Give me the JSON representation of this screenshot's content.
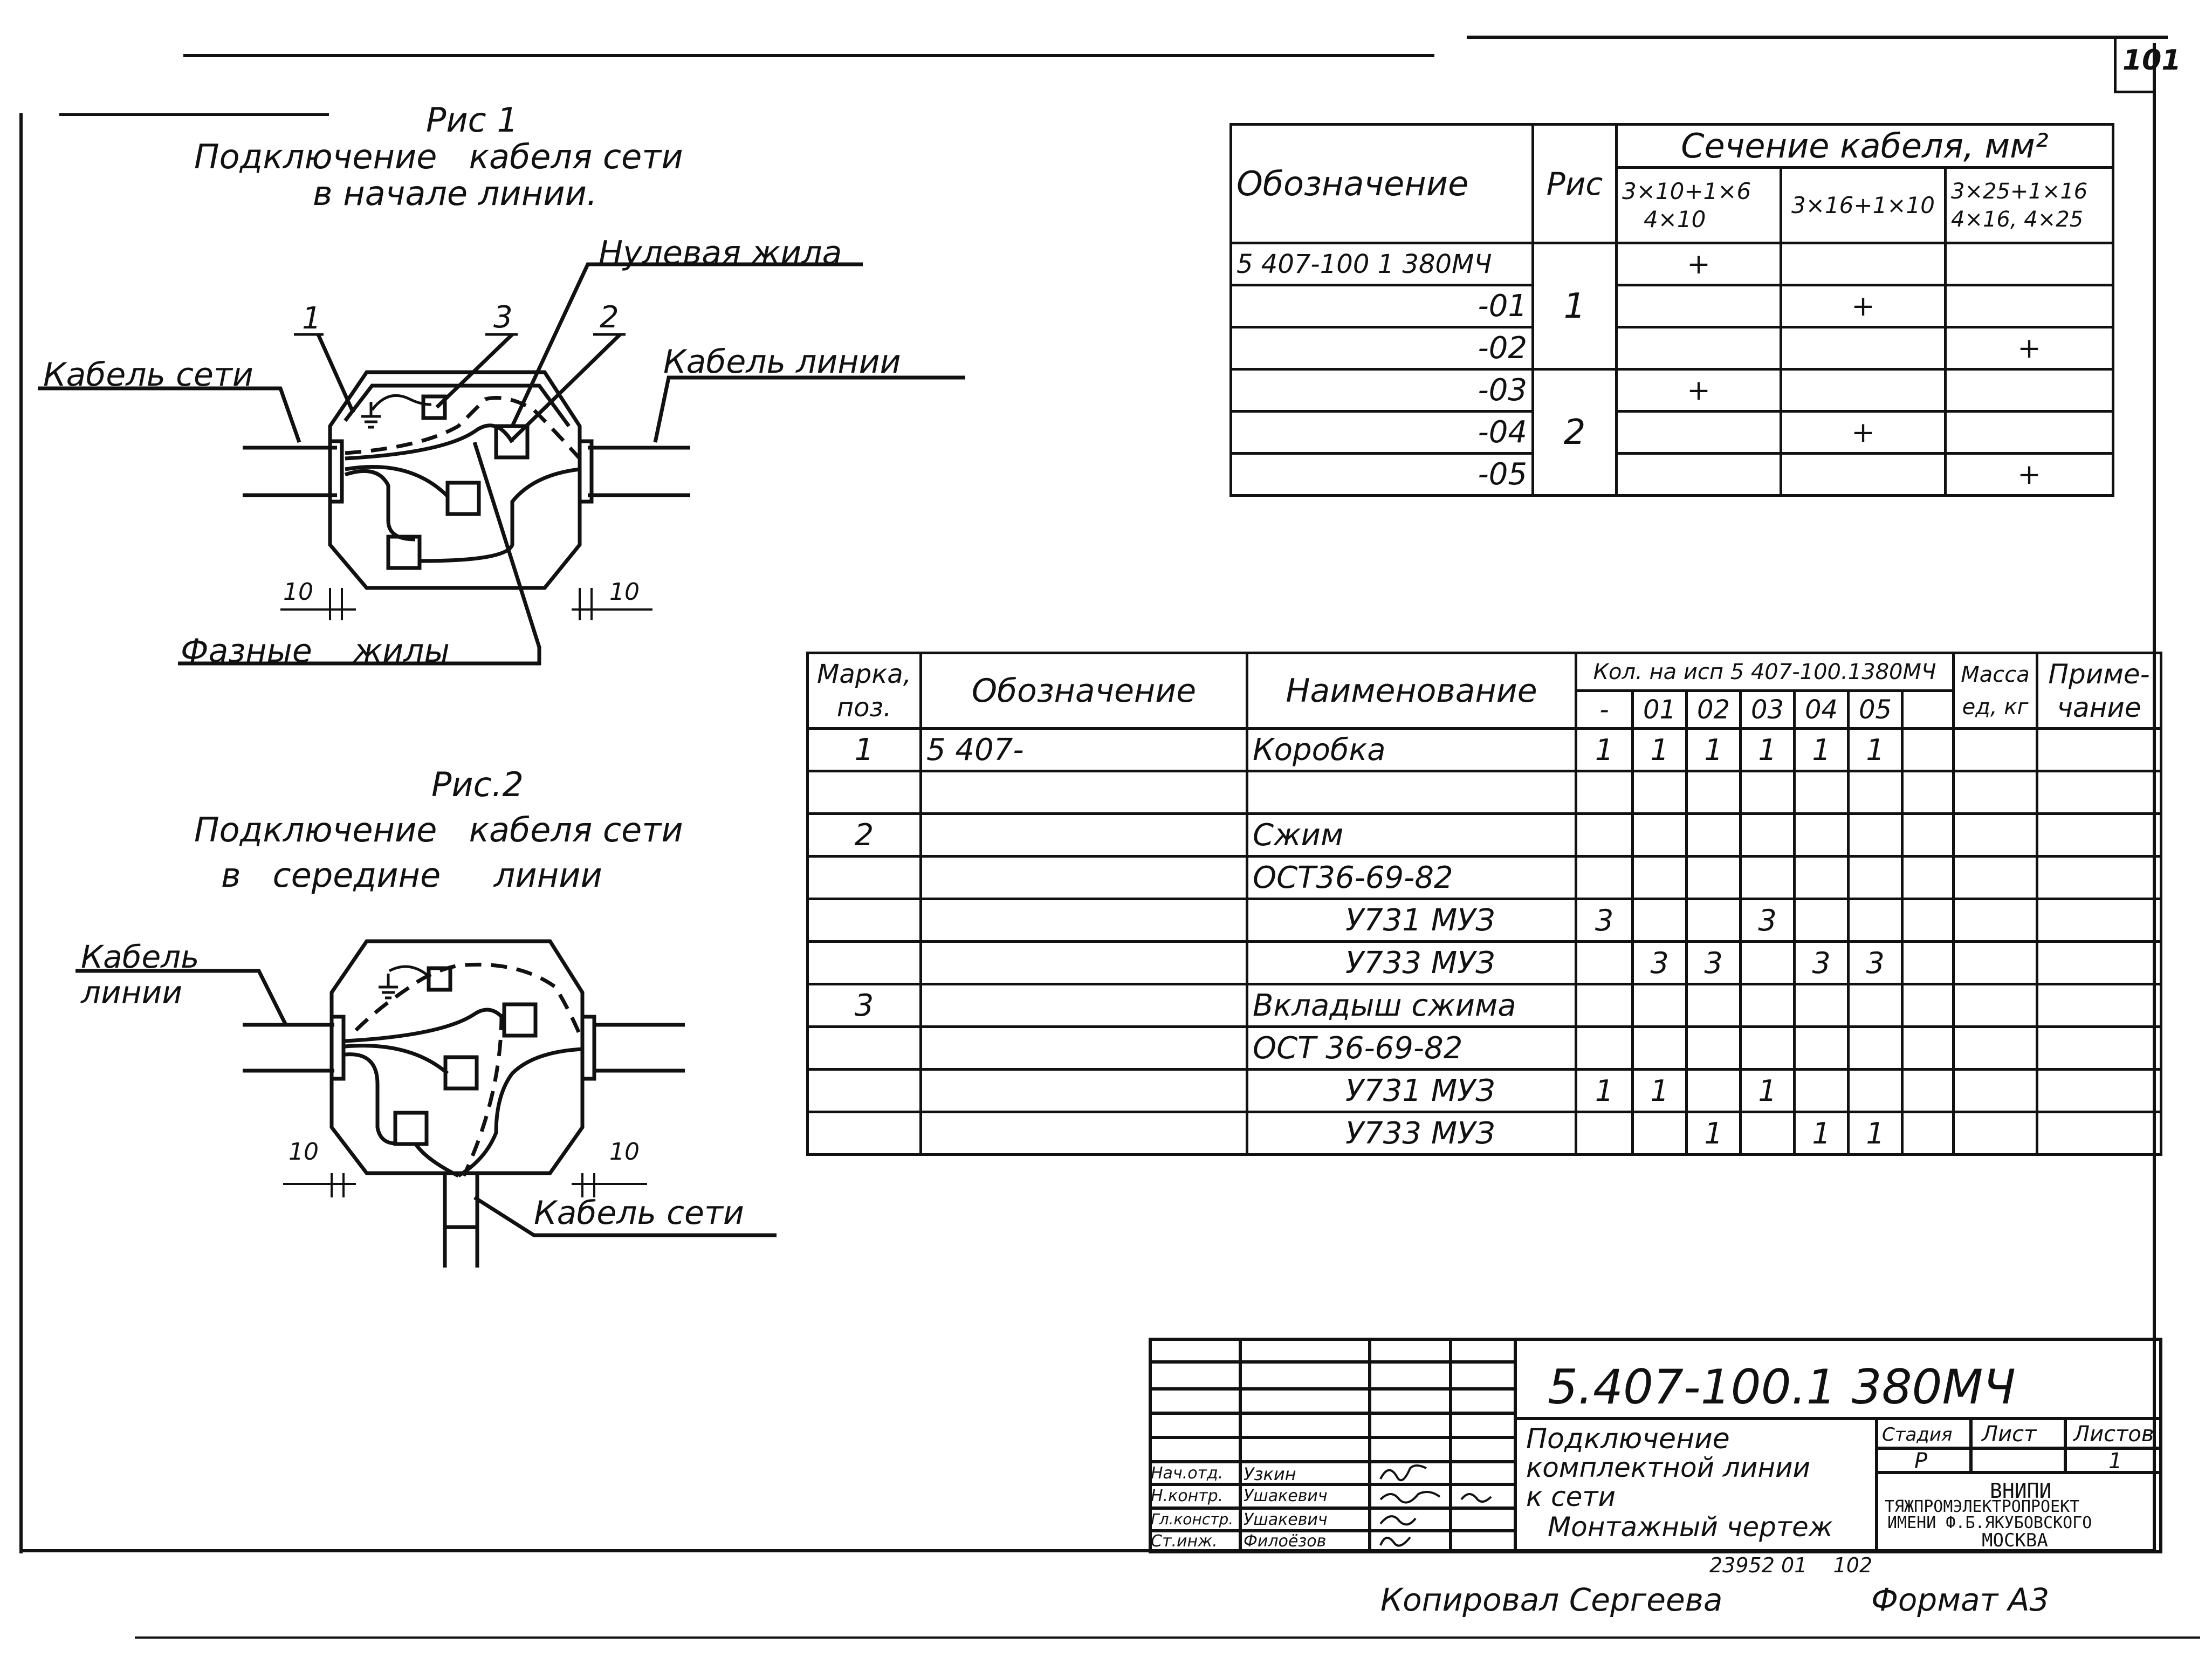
{
  "sheet_number": "101",
  "fig1": {
    "title": "Рис 1",
    "caption_line1": "Подключение   кабеля сети",
    "caption_line2": "в начале линии.",
    "label_neutral": "Нулевая жила",
    "label_net_cable": "Кабель сети",
    "label_line_cable": "Кабель линии",
    "label_phase": "Фазные    жилы",
    "pos1": "1",
    "pos2": "2",
    "pos3": "3",
    "dim_left": "10",
    "dim_right": "10"
  },
  "fig2": {
    "title": "Рис.2",
    "caption_line1": "Подключение   кабеля сети",
    "caption_line2": "в   середине     линии",
    "label_line_cable_1": "Кабель",
    "label_line_cable_2": "линии",
    "label_net_cable": "Кабель сети",
    "dim_left": "10",
    "dim_right": "10"
  },
  "variants_table": {
    "h_designation": "Обозначение",
    "h_fig": "Рис",
    "h_section": "Сечение кабеля, мм²",
    "h_sec1_a": "3×10+1×6",
    "h_sec1_b": "4×10",
    "h_sec2": "3×16+1×10",
    "h_sec3_a": "3×25+1×16",
    "h_sec3_b": "4×16, 4×25",
    "rows": [
      {
        "designation": "5 407-100 1 380МЧ",
        "s1": "+",
        "s2": "",
        "s3": ""
      },
      {
        "designation": "-01",
        "s1": "",
        "s2": "+",
        "s3": ""
      },
      {
        "designation": "-02",
        "s1": "",
        "s2": "",
        "s3": "+"
      },
      {
        "designation": "-03",
        "s1": "+",
        "s2": "",
        "s3": ""
      },
      {
        "designation": "-04",
        "s1": "",
        "s2": "+",
        "s3": ""
      },
      {
        "designation": "-05",
        "s1": "",
        "s2": "",
        "s3": "+"
      }
    ],
    "fig_group1": "1",
    "fig_group2": "2"
  },
  "spec_table": {
    "h_mark_1": "Марка,",
    "h_mark_2": "поз.",
    "h_designation": "Обозначение",
    "h_name": "Наименование",
    "h_qty": "Кол. на исп 5 407-100.1380МЧ",
    "h_mass_1": "Масса",
    "h_mass_2": "ед, кг",
    "h_note_1": "Приме-",
    "h_note_2": "чание",
    "variants": [
      "-",
      "01",
      "02",
      "03",
      "04",
      "05"
    ],
    "rows": [
      {
        "mark": "1",
        "designation": "5 407-",
        "name": "Коробка",
        "q": [
          "1",
          "1",
          "1",
          "1",
          "1",
          "1"
        ],
        "indent": false
      },
      {
        "mark": "",
        "designation": "",
        "name": "",
        "q": [
          "",
          "",
          "",
          "",
          "",
          ""
        ],
        "indent": false
      },
      {
        "mark": "2",
        "designation": "",
        "name": "Сжим",
        "q": [
          "",
          "",
          "",
          "",
          "",
          ""
        ],
        "indent": false
      },
      {
        "mark": "",
        "designation": "",
        "name": "ОСТ36-69-82",
        "q": [
          "",
          "",
          "",
          "",
          "",
          ""
        ],
        "indent": false
      },
      {
        "mark": "",
        "designation": "",
        "name": "У731 МУЗ",
        "q": [
          "3",
          "",
          "",
          "3",
          "",
          ""
        ],
        "indent": true
      },
      {
        "mark": "",
        "designation": "",
        "name": "У733 МУЗ",
        "q": [
          "",
          "3",
          "3",
          "",
          "3",
          "3"
        ],
        "indent": true
      },
      {
        "mark": "3",
        "designation": "",
        "name": "Вкладыш сжима",
        "q": [
          "",
          "",
          "",
          "",
          "",
          ""
        ],
        "indent": false
      },
      {
        "mark": "",
        "designation": "",
        "name": "ОСТ 36-69-82",
        "q": [
          "",
          "",
          "",
          "",
          "",
          ""
        ],
        "indent": false
      },
      {
        "mark": "",
        "designation": "",
        "name": "У731 МУЗ",
        "q": [
          "1",
          "1",
          "",
          "1",
          "",
          ""
        ],
        "indent": true
      },
      {
        "mark": "",
        "designation": "",
        "name": "У733 МУЗ",
        "q": [
          "",
          "",
          "1",
          "",
          "1",
          "1"
        ],
        "indent": true
      }
    ]
  },
  "title_block": {
    "code": "5.407-100.1 380МЧ",
    "title_1": "Подключение",
    "title_2": "комплектной линии",
    "title_3": "к сети",
    "title_4": "Монтажный чертеж",
    "h_stage": "Стадия",
    "h_sheet": "Лист",
    "h_sheets": "Листов",
    "stage": "Р",
    "sheets": "1",
    "org_1": "ВНИПИ",
    "org_2": "ТЯЖПРОМЭЛЕКТРОПРОЕКТ",
    "org_3": "ИМЕНИ Ф.Б.ЯКУБОВСКОГО",
    "org_4": "МОСКВА",
    "signers": [
      {
        "role": "Нач.отд.",
        "name": "Узкин"
      },
      {
        "role": "Н.контр.",
        "name": "Ушакевич"
      },
      {
        "role": "Гл.констр.",
        "name": "Ушакевич"
      },
      {
        "role": "Ст.инж.",
        "name": "Филоёзов"
      }
    ]
  },
  "footer": {
    "inventory": "23952 01    102",
    "copied": "Копировал Сергеева",
    "format": "Формат А3"
  }
}
